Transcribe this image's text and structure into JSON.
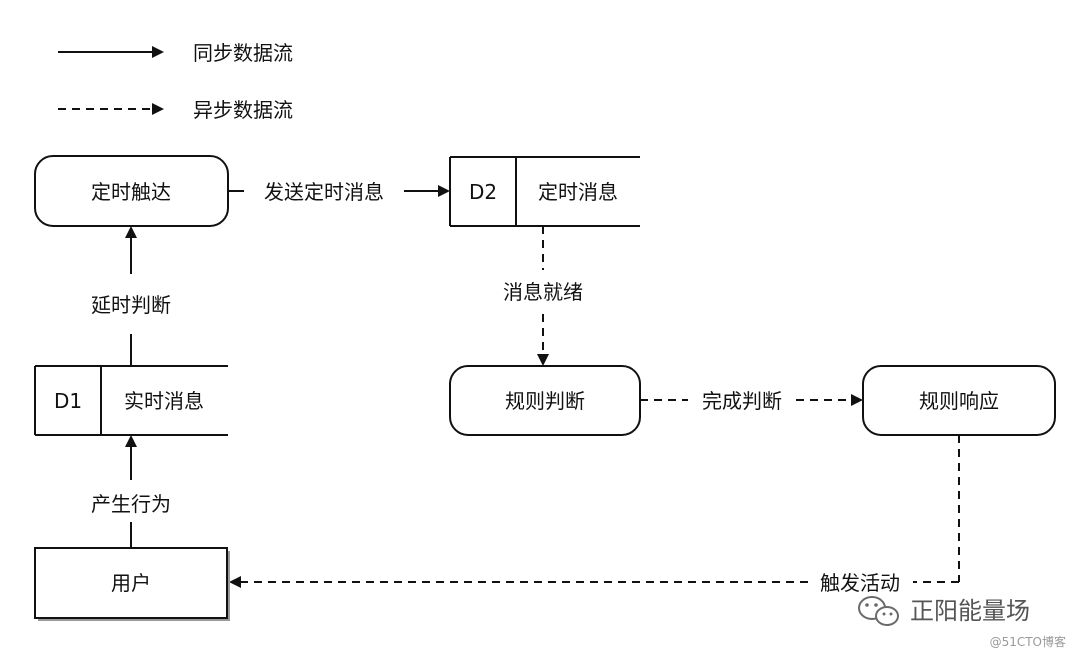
{
  "legend": {
    "sync_label": "同步数据流",
    "async_label": "异步数据流"
  },
  "nodes": {
    "timed_reach": "定时触达",
    "rule_judge": "规则判断",
    "rule_response": "规则响应",
    "user": "用户"
  },
  "stores": {
    "d2": {
      "id": "D2",
      "name": "定时消息"
    },
    "d1": {
      "id": "D1",
      "name": "实时消息"
    }
  },
  "flows": {
    "send_timed_message": "发送定时消息",
    "message_ready": "消息就绪",
    "complete_judgment": "完成判断",
    "delay_judgment": "延时判断",
    "produce_behavior": "产生行为",
    "trigger_activity": "触发活动"
  },
  "watermark": {
    "account": "正阳能量场",
    "source": "@51CTO博客"
  },
  "colors": {
    "stroke": "#111111",
    "text": "#111111",
    "background": "#ffffff",
    "watermark": "#555555"
  }
}
